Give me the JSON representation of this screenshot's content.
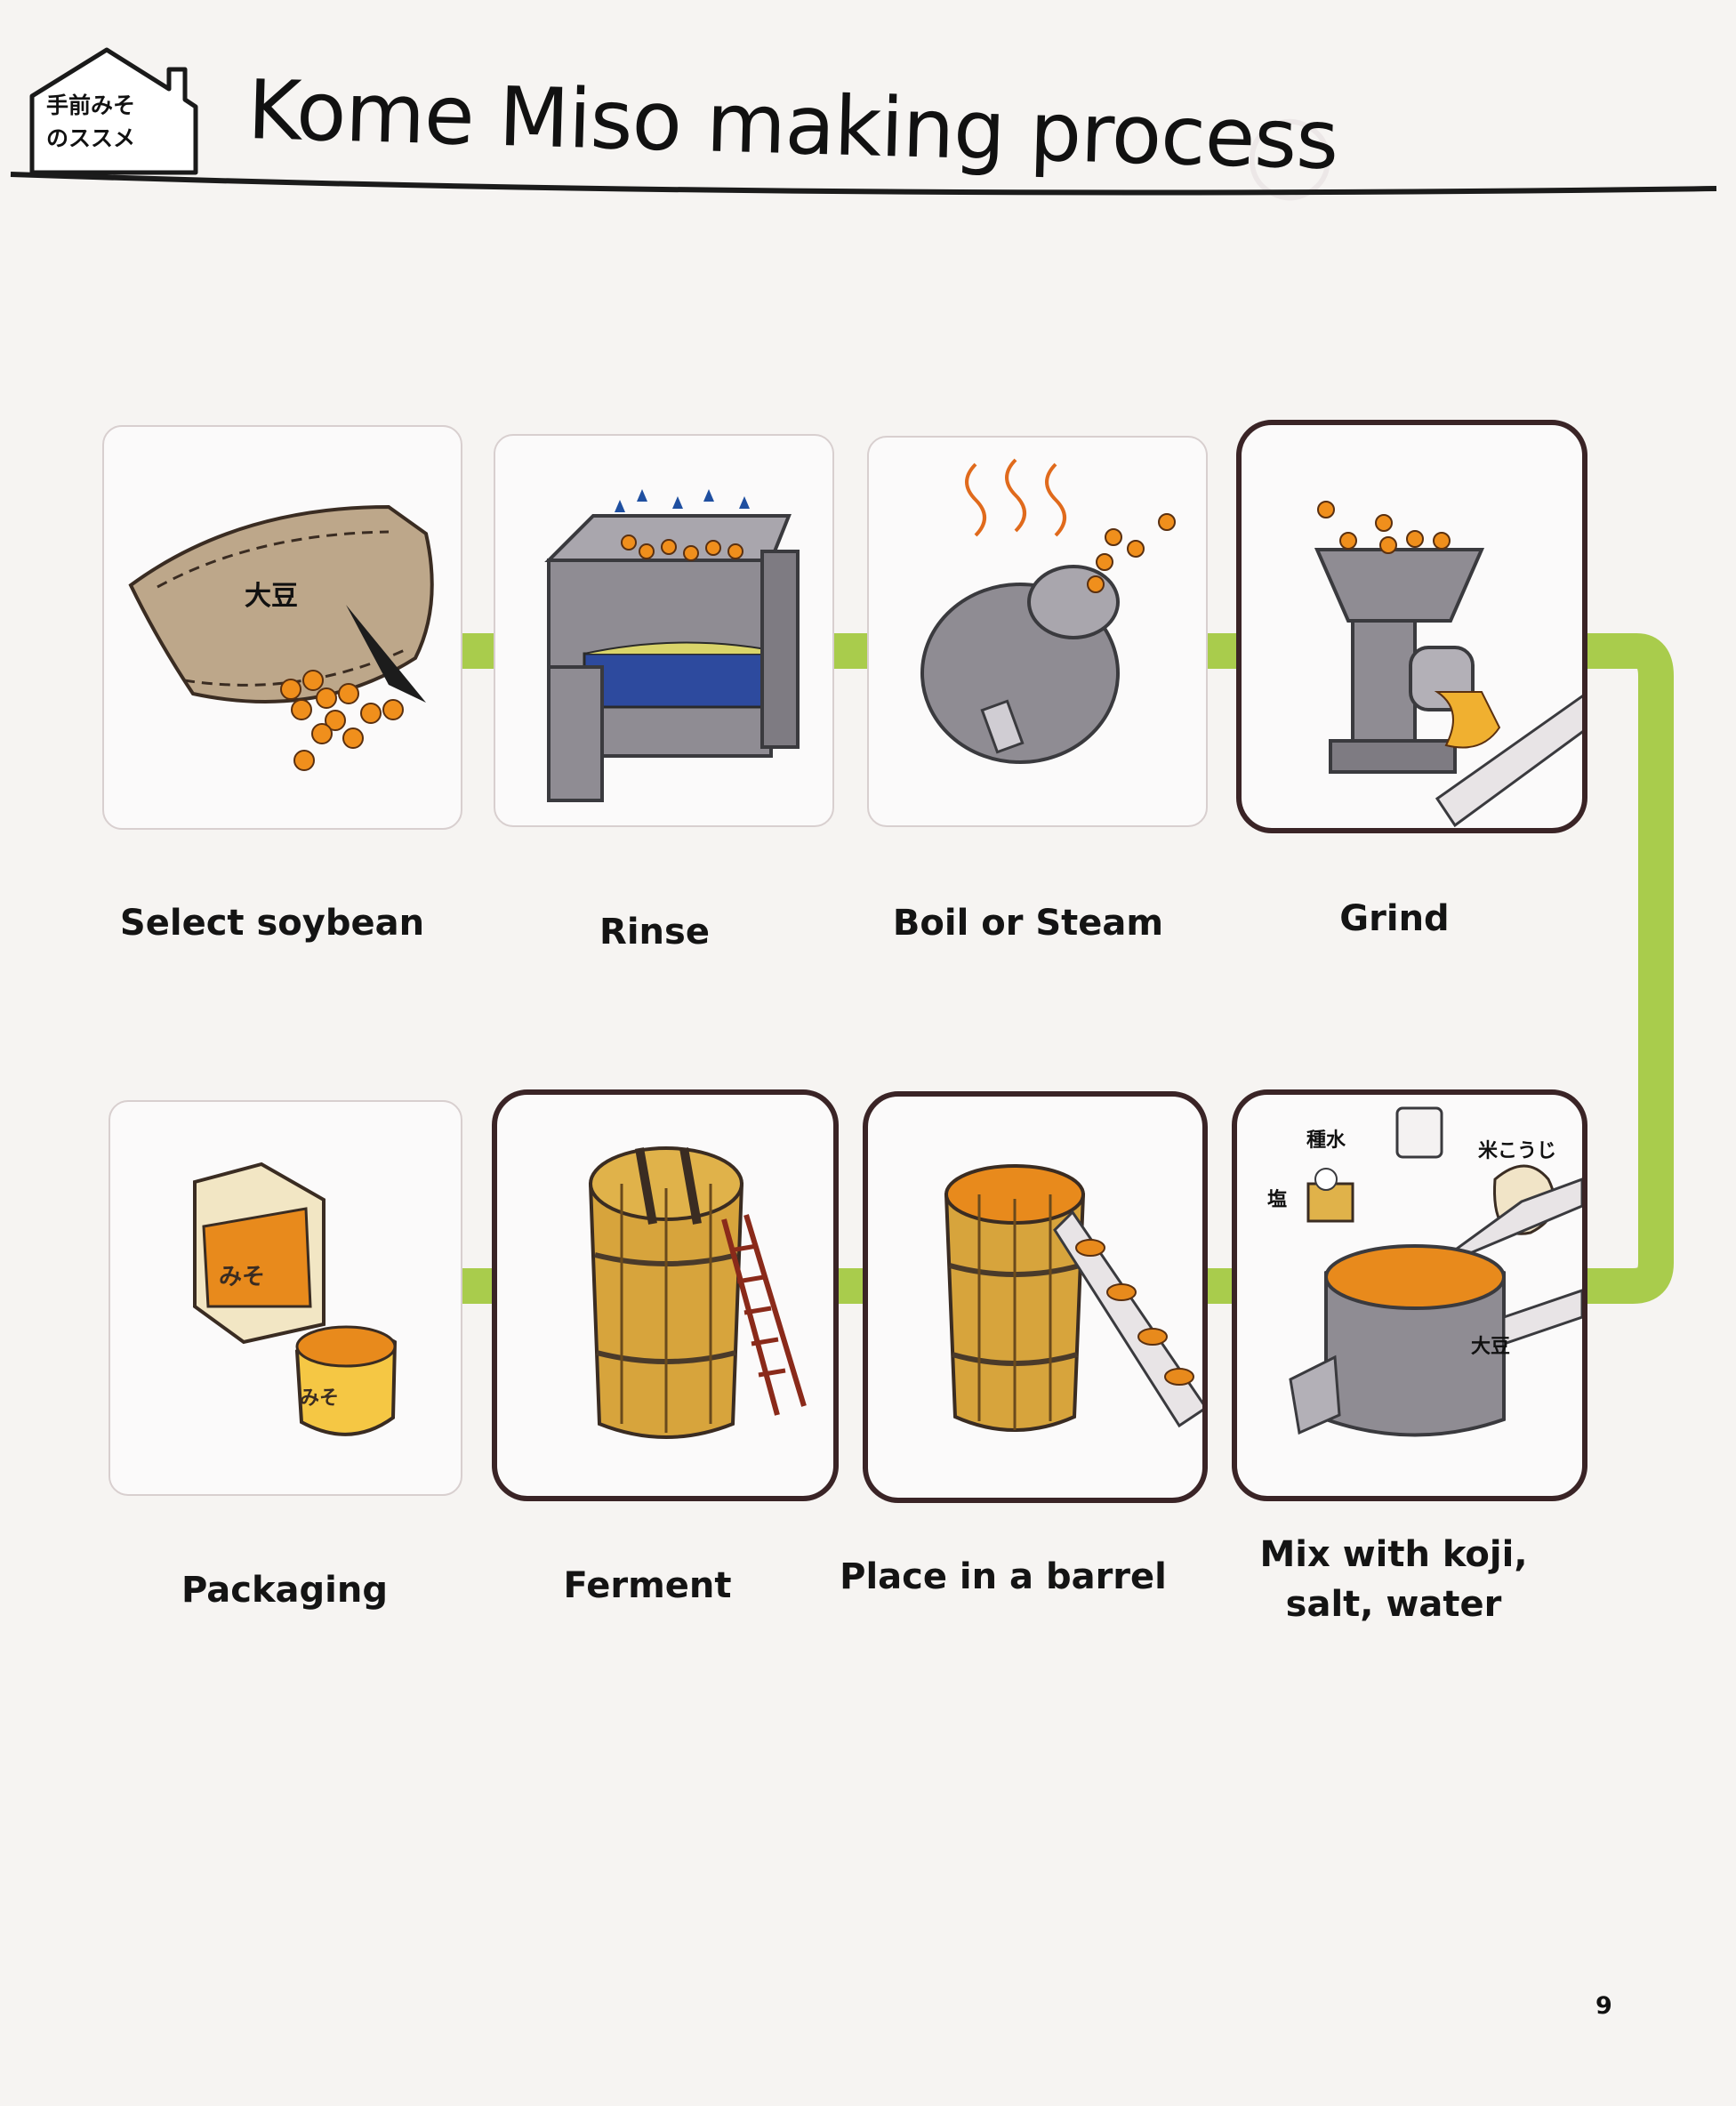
{
  "header": {
    "badge_line1": "手前みそ",
    "badge_line2": "のススメ",
    "title": "Kome Miso making process"
  },
  "steps": [
    {
      "label": "Select soybean"
    },
    {
      "label": "Rinse"
    },
    {
      "label": "Boil or Steam"
    },
    {
      "label": "Grind"
    },
    {
      "label": "Mix with koji, salt, water"
    },
    {
      "label": "Place in a barrel"
    },
    {
      "label": "Ferment"
    },
    {
      "label": "Packaging"
    }
  ],
  "illustration_labels": {
    "soybean_bag": "大豆",
    "water_cup": "種水",
    "salt_box": "塩",
    "rice_koji": "米こうじ",
    "mixer_soybean": "大豆",
    "miso_carton": "みそ",
    "miso_tub": "みそ"
  },
  "colors": {
    "flow_line": "#a9cc4c",
    "bean": "#f08f1c",
    "machine": "#8f8c93",
    "barrel": "#d7a43c",
    "card_border_bold": "#3a2426"
  },
  "page_number": "9"
}
